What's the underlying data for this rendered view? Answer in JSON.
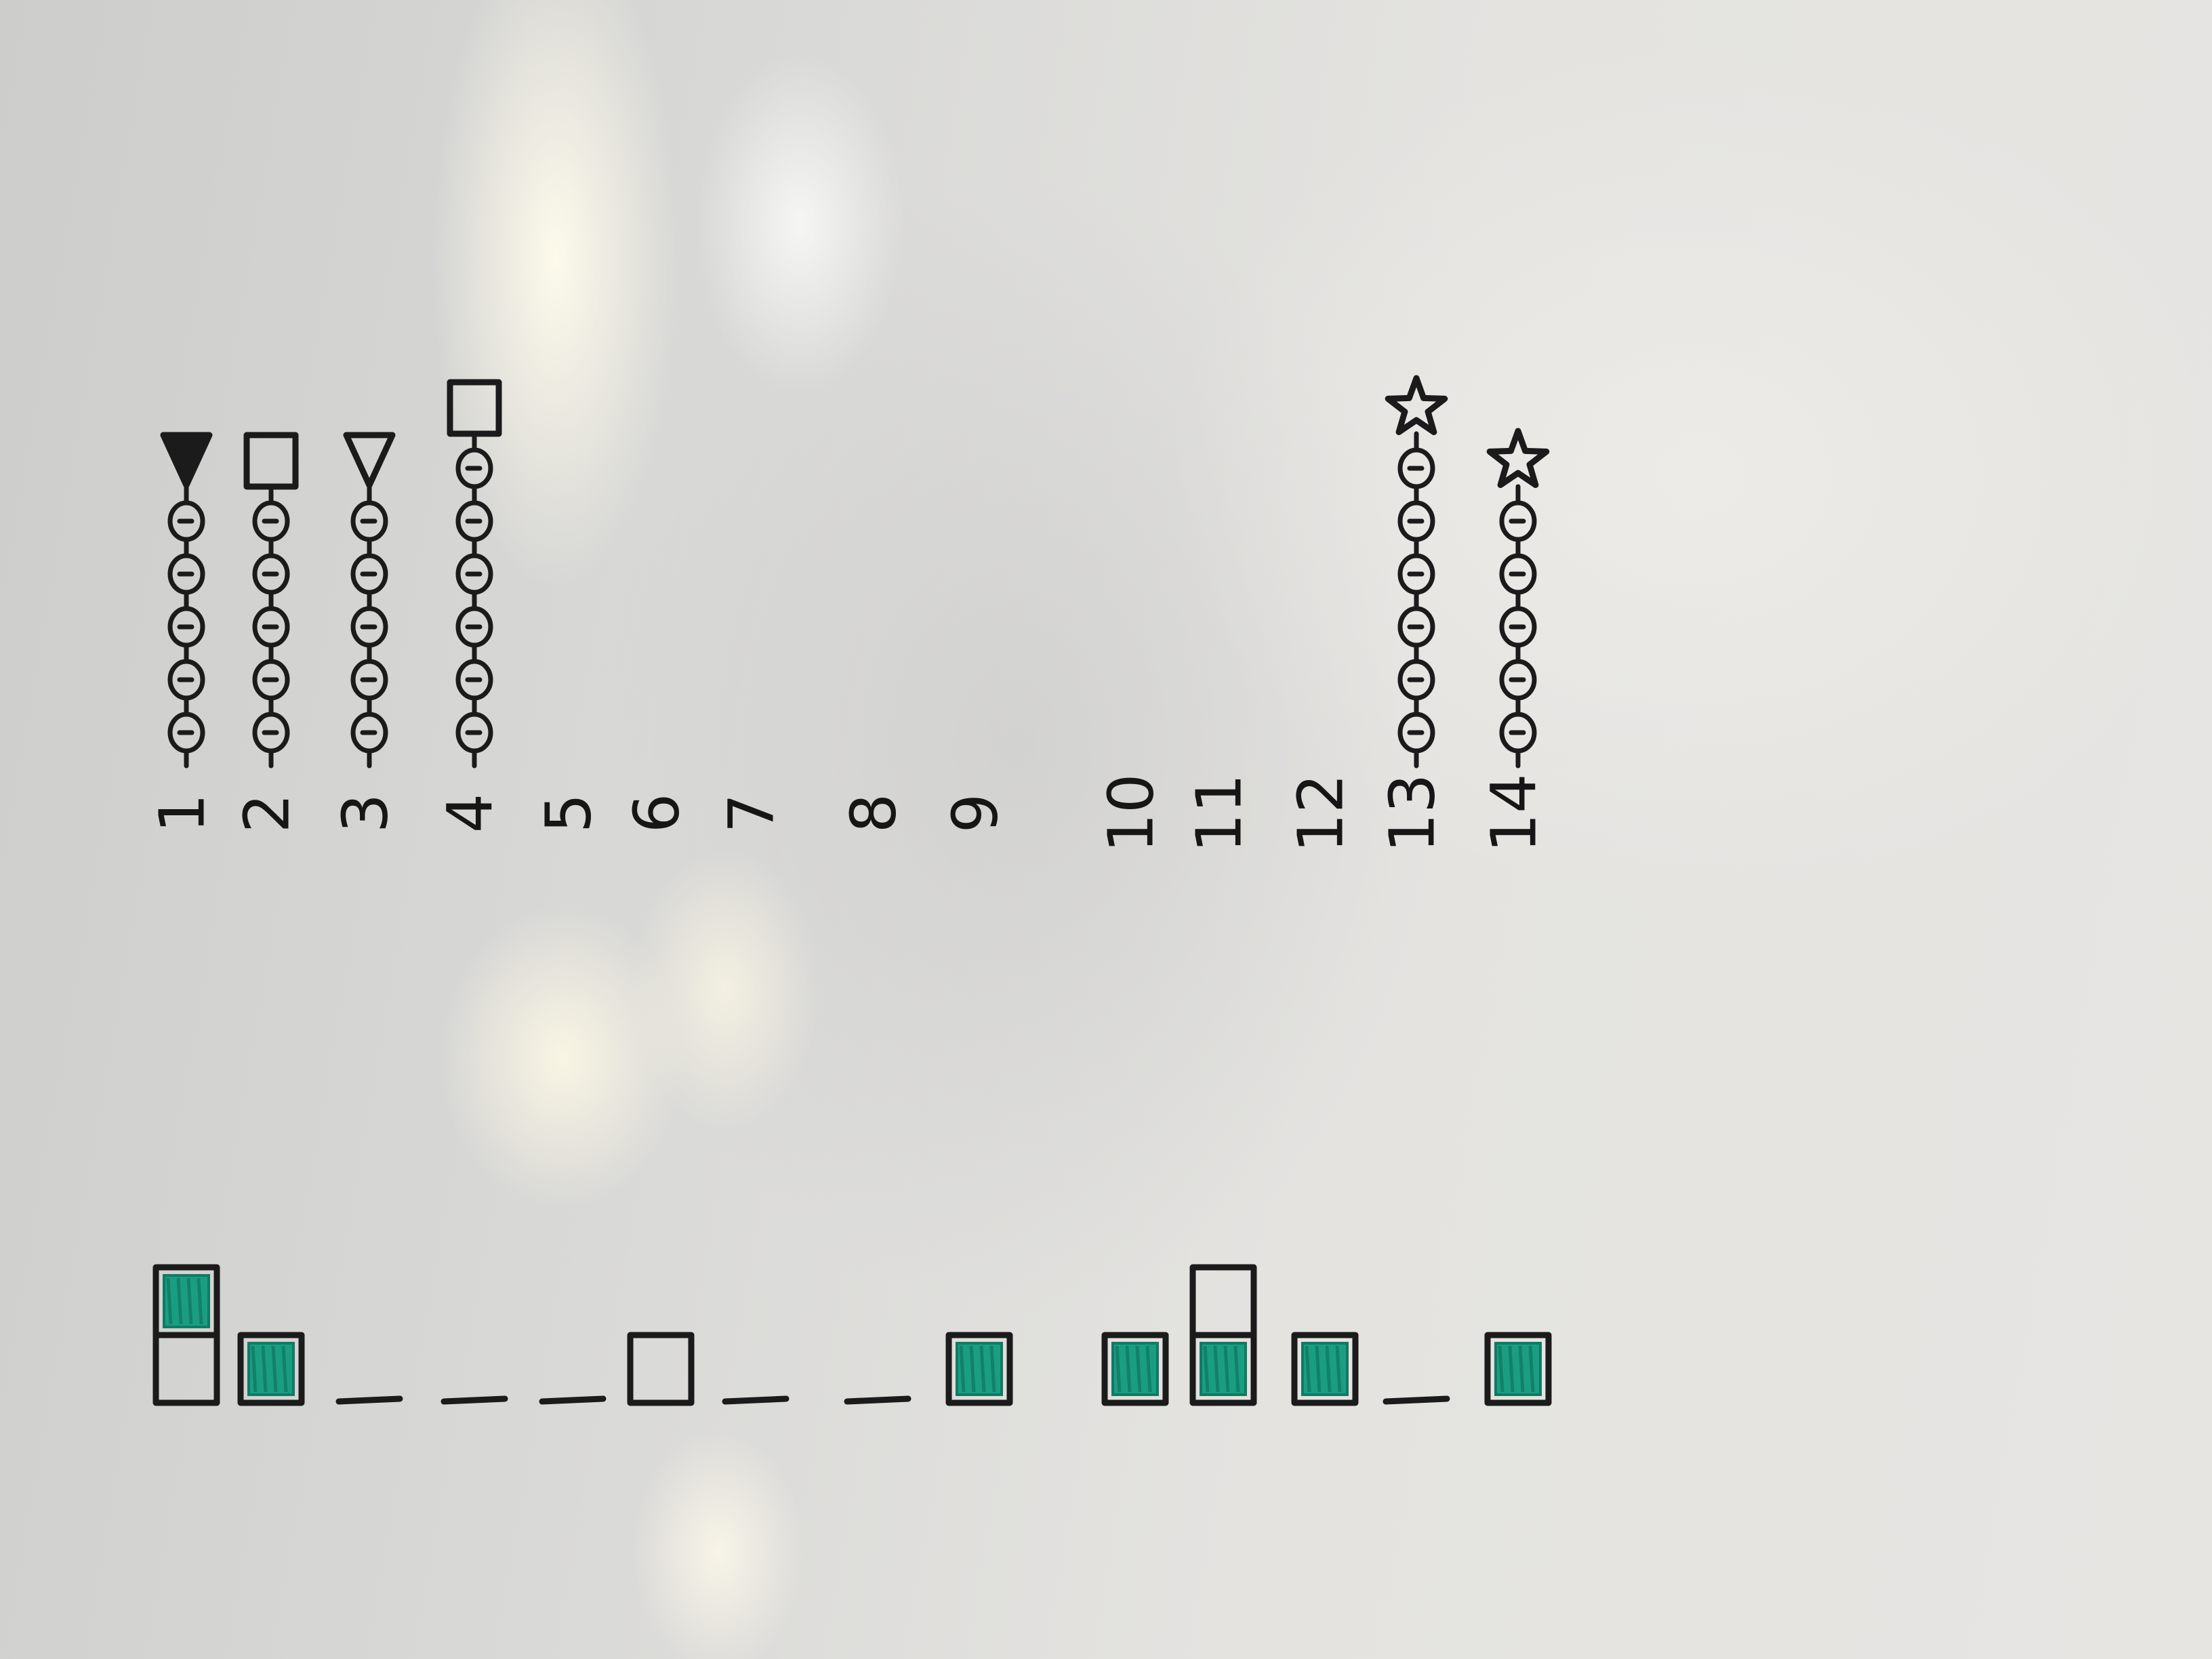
{
  "whiteboard": {
    "number_line": [
      "1",
      "2",
      "3",
      "4",
      "5",
      "6",
      "7",
      "8",
      "9",
      "10",
      "11",
      "12",
      "13",
      "14"
    ],
    "rows": [
      {
        "position": 1,
        "nodes": 5,
        "end_symbol": "filled-triangle"
      },
      {
        "position": 2,
        "nodes": 5,
        "end_symbol": "square"
      },
      {
        "position": 3,
        "nodes": 5,
        "end_symbol": "triangle"
      },
      {
        "position": 4,
        "nodes": 6,
        "end_symbol": "square"
      },
      {
        "position": 13,
        "nodes": 6,
        "end_symbol": "star"
      },
      {
        "position": 14,
        "nodes": 5,
        "end_symbol": "star"
      }
    ],
    "bottom_row": [
      {
        "position": 1,
        "mark": "stack",
        "boxes": [
          "empty",
          "green"
        ]
      },
      {
        "position": 2,
        "mark": "box",
        "boxes": [
          "green"
        ]
      },
      {
        "position": 3,
        "mark": "dash"
      },
      {
        "position": 4,
        "mark": "dash"
      },
      {
        "position": 5,
        "mark": "dash"
      },
      {
        "position": 6,
        "mark": "box",
        "boxes": [
          "empty"
        ]
      },
      {
        "position": 7,
        "mark": "dash"
      },
      {
        "position": 8,
        "mark": "dash"
      },
      {
        "position": 9,
        "mark": "box",
        "boxes": [
          "green"
        ]
      },
      {
        "position": 10,
        "mark": "box",
        "boxes": [
          "green"
        ]
      },
      {
        "position": 11,
        "mark": "stack",
        "boxes": [
          "green",
          "empty"
        ]
      },
      {
        "position": 12,
        "mark": "box",
        "boxes": [
          "green"
        ]
      },
      {
        "position": 13,
        "mark": "dash"
      },
      {
        "position": 14,
        "mark": "box",
        "boxes": [
          "green"
        ]
      }
    ],
    "colors": {
      "ink": "#1b1b1b",
      "fill": "#1a9e82",
      "board": "#dcdcda"
    }
  }
}
